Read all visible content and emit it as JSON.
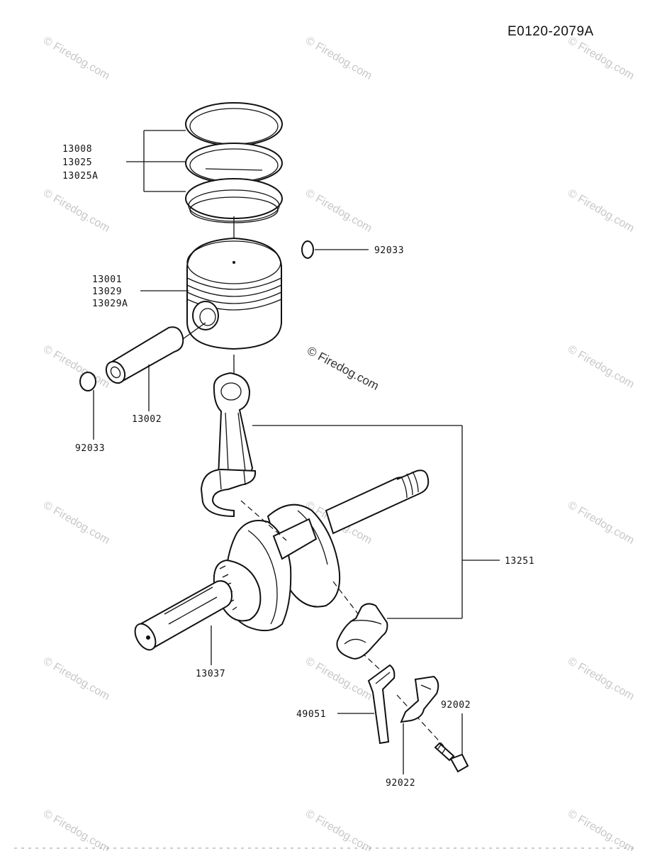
{
  "document_id": "E0120-2079A",
  "watermark_text": "© Firedog.com",
  "center_watermark": "© Firedog.com",
  "parts": {
    "rings": [
      "13008",
      "13025",
      "13025A"
    ],
    "piston": [
      "13001",
      "13029",
      "13029A"
    ],
    "circlip_right": "92033",
    "circlip_left": "92033",
    "pin": "13002",
    "rod_assy": "13251",
    "crankshaft": "13037",
    "dipper": "49051",
    "lock_plate": "92022",
    "bolt": "92002"
  }
}
